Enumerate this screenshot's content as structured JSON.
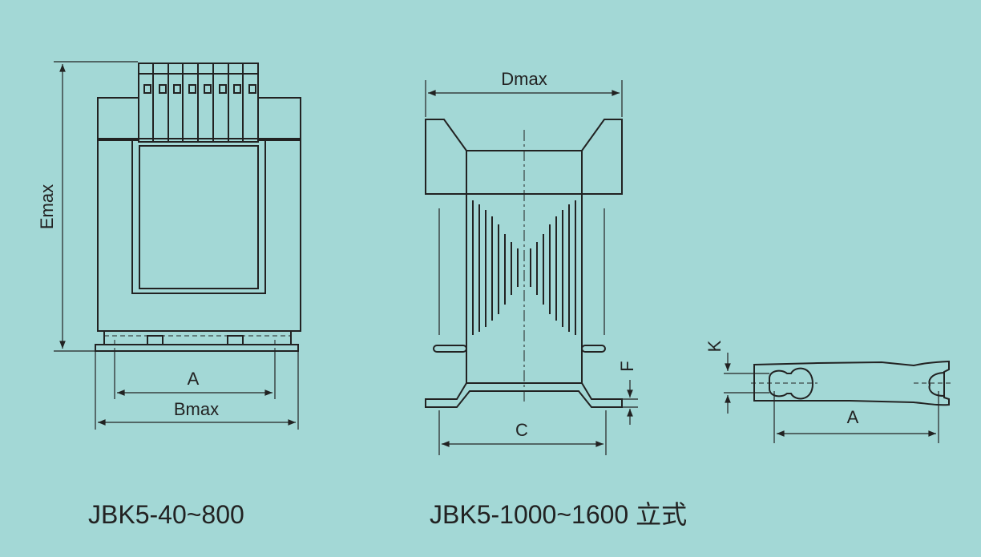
{
  "colors": {
    "background": "#a3d8d6",
    "line": "#222222"
  },
  "left_view": {
    "height_label": "Emax",
    "mount_label": "A",
    "width_label": "Bmax",
    "caption": "JBK5-40~800"
  },
  "middle_view": {
    "depth_label": "Dmax",
    "mount_label": "C",
    "foot_label": "F",
    "caption": "JBK5-1000~1600 立式"
  },
  "right_view": {
    "slot_label": "K",
    "mount_label": "A"
  }
}
